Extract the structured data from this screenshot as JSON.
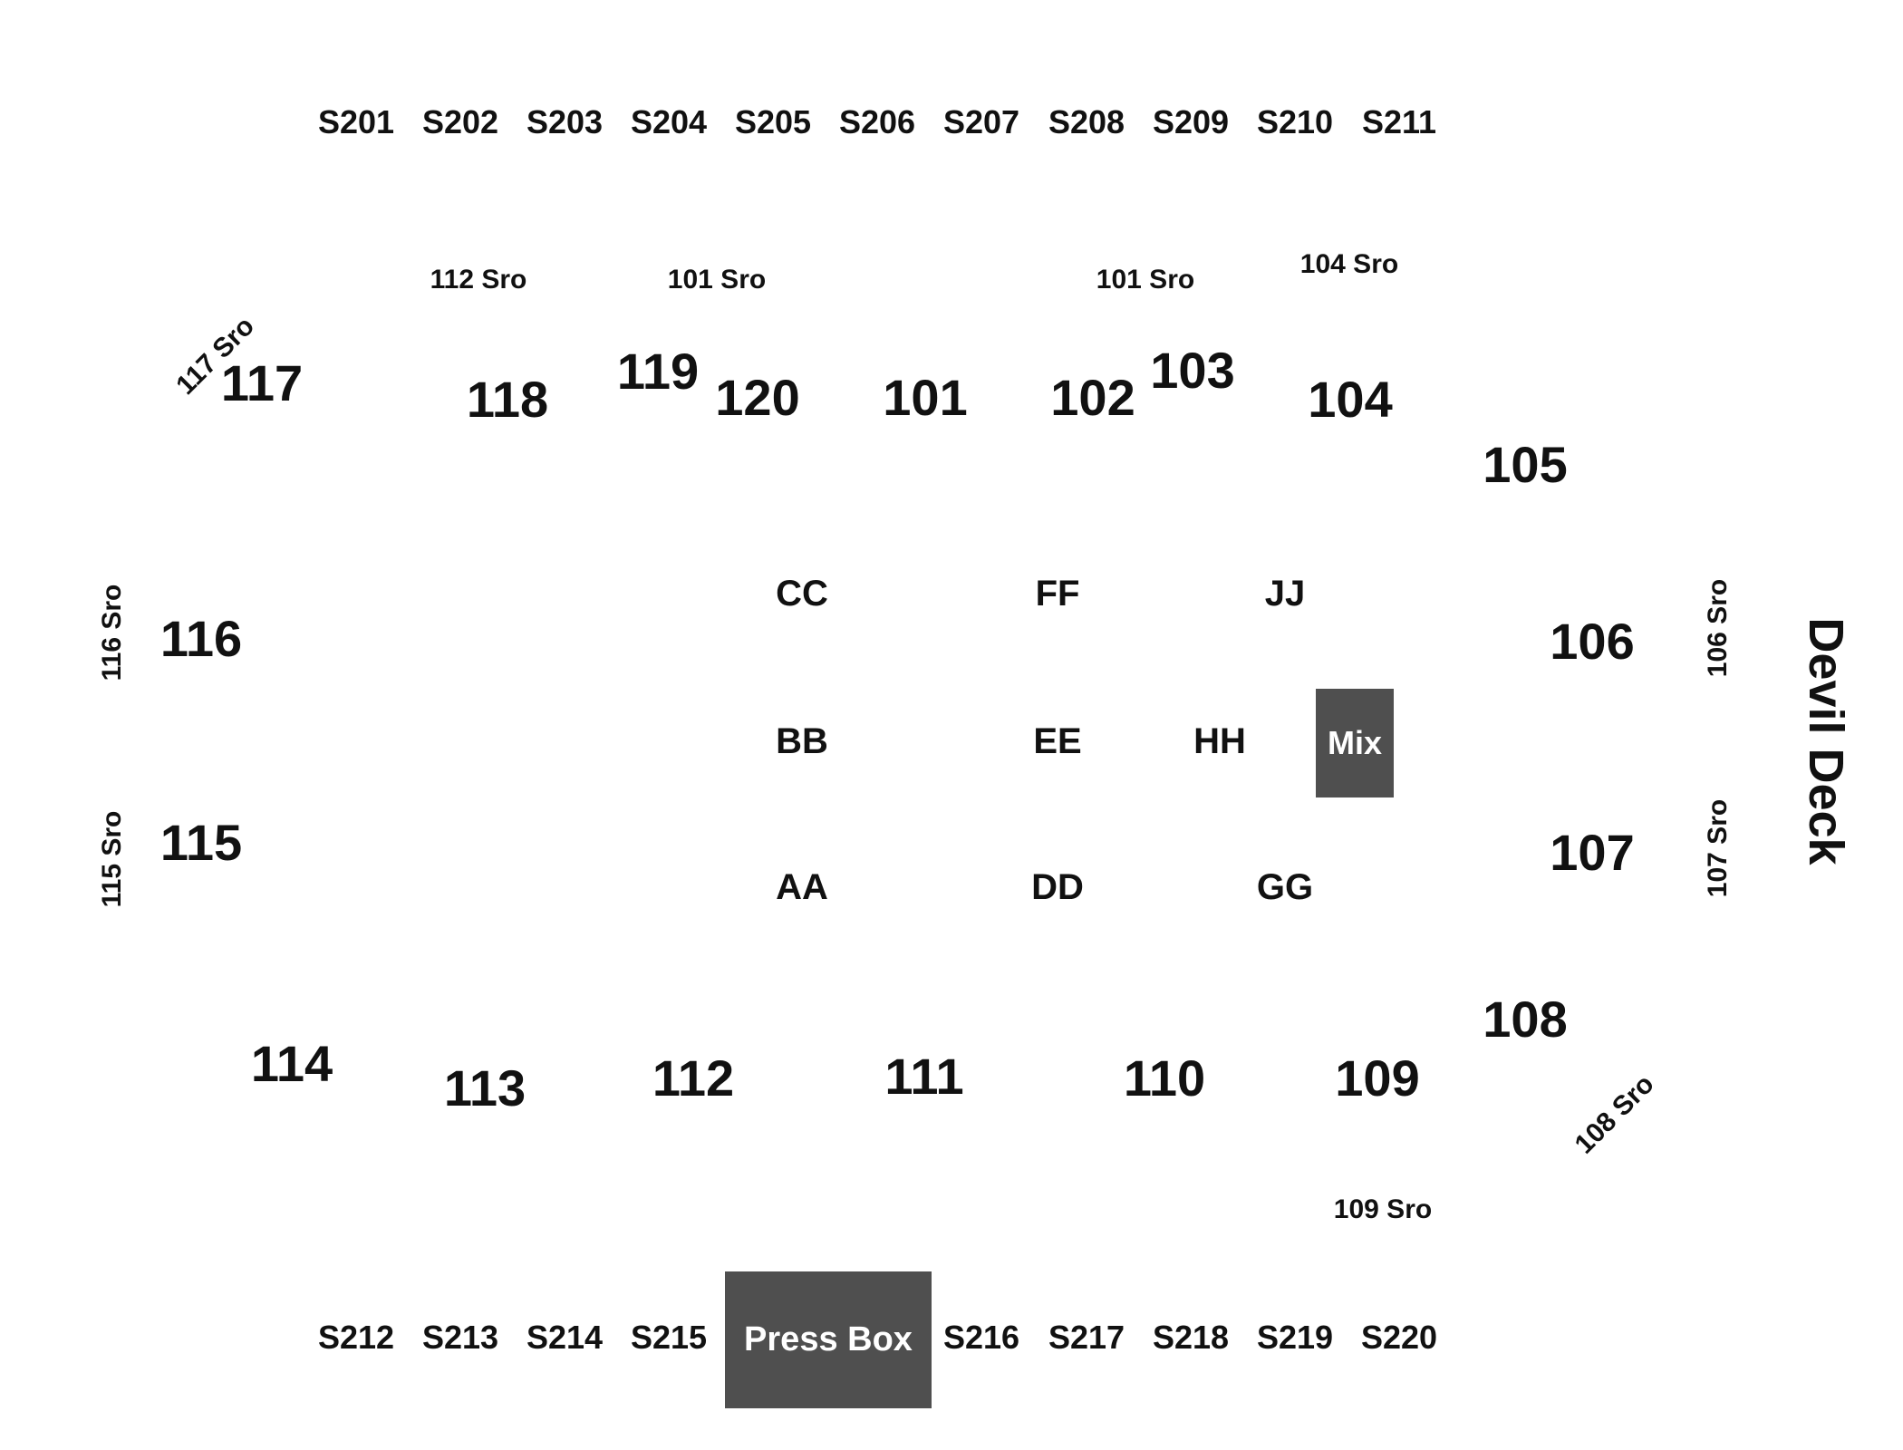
{
  "suites_top": [
    "S201",
    "S202",
    "S203",
    "S204",
    "S205",
    "S206",
    "S207",
    "S208",
    "S209",
    "S210",
    "S211"
  ],
  "suites_bottom": [
    "S212",
    "S213",
    "S214",
    "S215",
    "S216",
    "S217",
    "S218",
    "S219",
    "S220"
  ],
  "sro": {
    "s112": "112 Sro",
    "s101a": "101 Sro",
    "s101b": "101 Sro",
    "s104": "104 Sro",
    "s117": "117 Sro",
    "s116": "116 Sro",
    "s115": "115 Sro",
    "s106": "106 Sro",
    "s107": "107 Sro",
    "s108": "108 Sro",
    "s109": "109 Sro"
  },
  "sections": {
    "s117": "117",
    "s118": "118",
    "s119": "119",
    "s120": "120",
    "s101": "101",
    "s102": "102",
    "s103": "103",
    "s104": "104",
    "s105": "105",
    "s106": "106",
    "s107": "107",
    "s108": "108",
    "s109": "109",
    "s110": "110",
    "s111": "111",
    "s112": "112",
    "s113": "113",
    "s114": "114",
    "s115": "115",
    "s116": "116"
  },
  "floor": {
    "aa": "AA",
    "bb": "BB",
    "cc": "CC",
    "dd": "DD",
    "ee": "EE",
    "ff": "FF",
    "gg": "GG",
    "hh": "HH",
    "jj": "JJ"
  },
  "mix_label": "Mix",
  "press_box_label": "Press Box",
  "devil_deck_label": "Devil Deck",
  "box_color": "#4f4f4f"
}
